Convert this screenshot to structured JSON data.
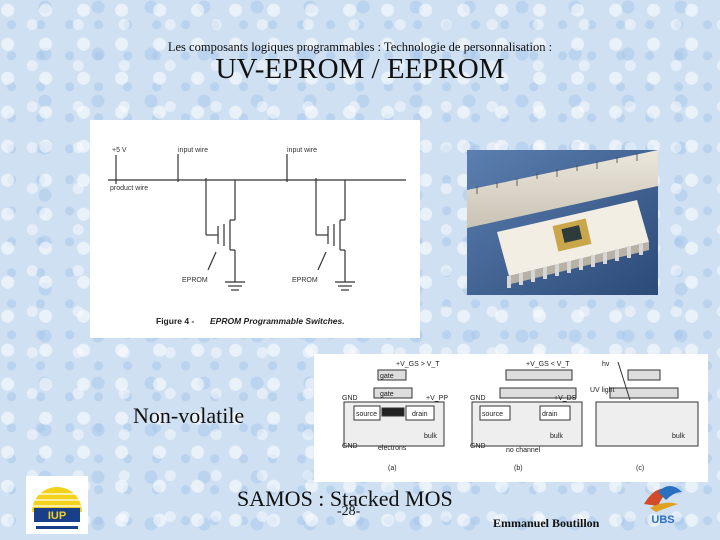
{
  "slide": {
    "subtitle": "Les composants logiques programmables : Technologie de personnalisation :",
    "title": "UV-EPROM / EEPROM",
    "bullet_nonvolatile": "Non-volatile",
    "samos": "SAMOS : Stacked MOS",
    "page_number": "-28-",
    "author": "Emmanuel Boutillon"
  },
  "eprom_figure": {
    "supply_label": "+5 V",
    "input_wire_label": "input wire",
    "product_wire_label": "product wire",
    "eprom_label": "EPROM",
    "caption_bold": "Figure 4 -",
    "caption_italic": "EPROM Programmable Switches."
  },
  "mos_figure": {
    "a": {
      "vgs": "+V_GS > V_T",
      "gate": "gate",
      "gnd": "GND",
      "vpp": "+V_PP",
      "source": "source",
      "drain": "drain",
      "bulk": "bulk",
      "gnd2": "GND",
      "electrons": "electrons",
      "caption": "(a)"
    },
    "b": {
      "vgs": "+V_GS < V_T",
      "gnd": "GND",
      "vds": "+V_DS",
      "source": "source",
      "drain": "drain",
      "bulk": "bulk",
      "gnd2": "GND",
      "no_channel": "no channel",
      "caption": "(b)"
    },
    "c": {
      "hv": "hν",
      "uv": "UV light",
      "bulk": "bulk",
      "caption": "(c)"
    }
  },
  "logos": {
    "iup_text": "IUP",
    "ubs_text": "UBS"
  }
}
